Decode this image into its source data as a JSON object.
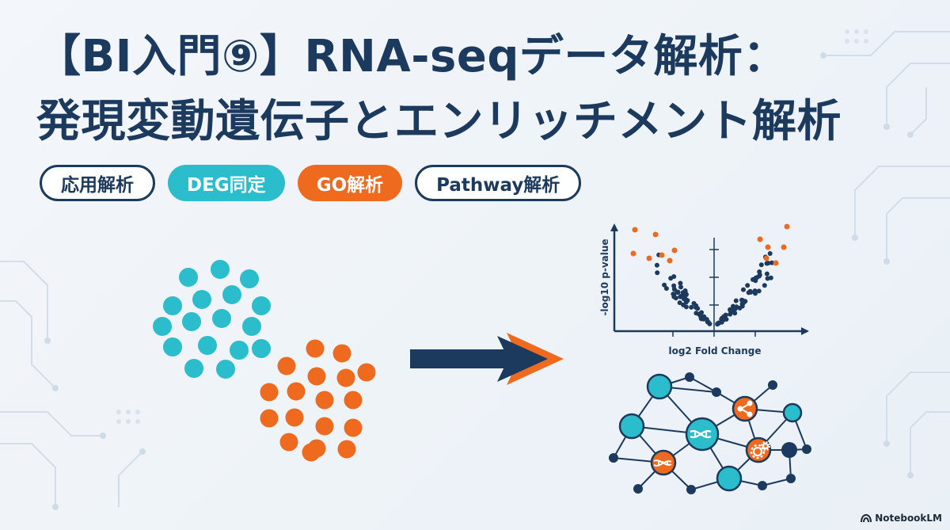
{
  "title": {
    "line1": "【BI入門⑨】RNA-seqデータ解析：",
    "line2": "発現変動遺伝子とエンリッチメント解析"
  },
  "tags": [
    {
      "label": "応用解析",
      "style": "outline"
    },
    {
      "label": "DEG同定",
      "style": "teal"
    },
    {
      "label": "GO解析",
      "style": "orange"
    },
    {
      "label": "Pathway解析",
      "style": "outline"
    }
  ],
  "volcano": {
    "xlabel": "log2 Fold Change",
    "ylabel": "-log10 p-value"
  },
  "colors": {
    "navy": "#1c3a5e",
    "teal": "#2bbdcc",
    "orange": "#ee6a1f"
  },
  "icons": {
    "arrow": "right-arrow-icon",
    "dna": "dna-icon",
    "share": "share-icon",
    "gears": "gears-icon",
    "logo": "notebooklm-logo-icon"
  },
  "branding": {
    "logo_text": "NotebookLM"
  }
}
